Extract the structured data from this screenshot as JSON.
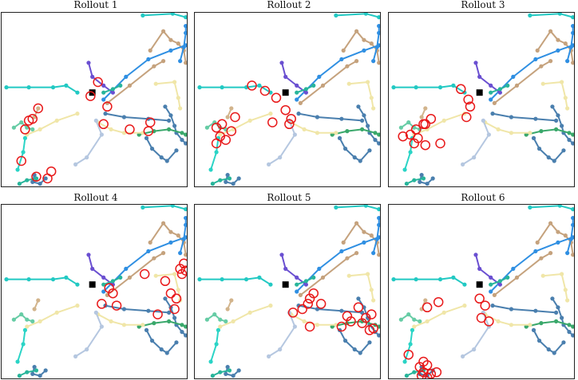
{
  "figure": {
    "titles": [
      "Rollout 1",
      "Rollout 2",
      "Rollout 3",
      "Rollout 4",
      "Rollout 5",
      "Rollout 6"
    ]
  },
  "chart_data": {
    "type": "scatter",
    "xlim": [
      0,
      100
    ],
    "ylim": [
      0,
      100
    ],
    "grid": false,
    "axis_ticks": false,
    "ego_marker": {
      "color": "#000000",
      "x": 49,
      "y": 54
    },
    "highlight_color": "#e8191a",
    "trajectories": [
      {
        "color": "#22c9c3",
        "points": [
          [
            76,
            98
          ],
          [
            92,
            99
          ],
          [
            99,
            97
          ]
        ]
      },
      {
        "color": "#c5a27d",
        "points": [
          [
            80,
            78
          ],
          [
            87,
            89
          ],
          [
            91,
            84
          ],
          [
            95,
            82
          ],
          [
            98,
            78
          ],
          [
            99,
            71
          ]
        ]
      },
      {
        "color": "#2f8fe2",
        "points": [
          [
            55,
            50
          ],
          [
            67,
            63
          ],
          [
            79,
            73
          ],
          [
            91,
            78
          ],
          [
            99,
            81
          ]
        ]
      },
      {
        "color": "#2f8fe2",
        "points": [
          [
            96,
            72
          ],
          [
            98,
            80
          ],
          [
            99,
            88
          ],
          [
            99,
            92
          ]
        ]
      },
      {
        "color": "#c5a27d",
        "points": [
          [
            57,
            48
          ],
          [
            69,
            58
          ],
          [
            82,
            69
          ],
          [
            87,
            72
          ]
        ]
      },
      {
        "color": "#6a4fd1",
        "points": [
          [
            47,
            71
          ],
          [
            49,
            63
          ],
          [
            55,
            58
          ],
          [
            60,
            54
          ]
        ]
      },
      {
        "color": "#22c9c3",
        "points": [
          [
            3,
            57
          ],
          [
            15,
            57
          ],
          [
            28,
            57
          ],
          [
            35,
            58
          ],
          [
            41,
            54
          ]
        ]
      },
      {
        "color": "#28b59b",
        "points": [
          [
            55,
            54
          ],
          [
            60,
            56
          ],
          [
            64,
            58
          ]
        ]
      },
      {
        "color": "#f0e6a8",
        "points": [
          [
            83,
            59
          ],
          [
            93,
            60
          ],
          [
            95,
            51
          ],
          [
            96,
            45
          ]
        ]
      },
      {
        "color": "#4a7fae",
        "points": [
          [
            56,
            42
          ],
          [
            66,
            40
          ],
          [
            79,
            39
          ],
          [
            90,
            38
          ]
        ]
      },
      {
        "color": "#4a7fae",
        "points": [
          [
            88,
            46
          ],
          [
            91,
            41
          ],
          [
            93,
            35
          ],
          [
            94,
            31
          ],
          [
            97,
            27
          ],
          [
            99,
            25
          ]
        ]
      },
      {
        "color": "#3aa86b",
        "points": [
          [
            74,
            30
          ],
          [
            82,
            32
          ],
          [
            90,
            33
          ],
          [
            97,
            31
          ],
          [
            99,
            30
          ]
        ]
      },
      {
        "color": "#4a7fae",
        "points": [
          [
            78,
            28
          ],
          [
            81,
            22
          ],
          [
            86,
            17
          ],
          [
            89,
            15
          ],
          [
            94,
            21
          ]
        ]
      },
      {
        "color": "#66cca5",
        "points": [
          [
            7,
            34
          ],
          [
            11,
            37
          ],
          [
            14,
            34
          ],
          [
            17,
            33
          ]
        ]
      },
      {
        "color": "#d2b48c",
        "points": [
          [
            18,
            40
          ],
          [
            20,
            45
          ]
        ]
      },
      {
        "color": "#f0e6a8",
        "points": [
          [
            14,
            30
          ],
          [
            21,
            33
          ],
          [
            30,
            38
          ],
          [
            41,
            42
          ]
        ]
      },
      {
        "color": "#f0e6a8",
        "points": [
          [
            52,
            37
          ],
          [
            59,
            33
          ],
          [
            66,
            31
          ],
          [
            76,
            31
          ]
        ]
      },
      {
        "color": "#b5c7e0",
        "points": [
          [
            51,
            38
          ],
          [
            54,
            30
          ],
          [
            46,
            17
          ],
          [
            40,
            13
          ]
        ]
      },
      {
        "color": "#2ad4c6",
        "points": [
          [
            13,
            28
          ],
          [
            12,
            20
          ],
          [
            9,
            10
          ]
        ]
      },
      {
        "color": "#4a7fae",
        "points": [
          [
            18,
            7
          ],
          [
            17,
            3
          ],
          [
            21,
            2
          ],
          [
            24,
            5
          ]
        ]
      },
      {
        "color": "#28b59b",
        "points": [
          [
            10,
            2
          ],
          [
            14,
            4
          ],
          [
            19,
            5
          ]
        ]
      }
    ],
    "rollouts": [
      {
        "title": "Rollout 1",
        "highlights": [
          [
            52,
            60
          ],
          [
            57,
            46
          ],
          [
            48,
            52
          ],
          [
            20,
            45
          ],
          [
            17,
            39
          ],
          [
            15,
            38
          ],
          [
            13,
            33
          ],
          [
            11,
            15
          ],
          [
            19,
            6
          ],
          [
            27,
            9
          ],
          [
            25,
            5
          ],
          [
            55,
            36
          ],
          [
            69,
            33
          ],
          [
            80,
            37
          ],
          [
            79,
            32
          ]
        ]
      },
      {
        "title": "Rollout 2",
        "highlights": [
          [
            31,
            58
          ],
          [
            38,
            55
          ],
          [
            44,
            51
          ],
          [
            49,
            44
          ],
          [
            52,
            39
          ],
          [
            51,
            36
          ],
          [
            42,
            37
          ],
          [
            22,
            40
          ],
          [
            15,
            36
          ],
          [
            12,
            34
          ],
          [
            20,
            32
          ],
          [
            17,
            27
          ],
          [
            12,
            25
          ],
          [
            14,
            29
          ]
        ]
      },
      {
        "title": "Rollout 3",
        "highlights": [
          [
            39,
            56
          ],
          [
            43,
            50
          ],
          [
            44,
            46
          ],
          [
            42,
            40
          ],
          [
            23,
            39
          ],
          [
            19,
            36
          ],
          [
            15,
            33
          ],
          [
            12,
            30
          ],
          [
            8,
            29
          ],
          [
            16,
            28
          ],
          [
            20,
            24
          ],
          [
            14,
            25
          ],
          [
            28,
            25
          ],
          [
            20,
            36
          ]
        ]
      },
      {
        "title": "Rollout 4",
        "highlights": [
          [
            58,
            52
          ],
          [
            60,
            49
          ],
          [
            54,
            43
          ],
          [
            62,
            42
          ],
          [
            77,
            60
          ],
          [
            88,
            56
          ],
          [
            91,
            49
          ],
          [
            94,
            46
          ],
          [
            93,
            40
          ],
          [
            84,
            37
          ],
          [
            97,
            60
          ],
          [
            99,
            62
          ],
          [
            96,
            63
          ],
          [
            98,
            66
          ]
        ]
      },
      {
        "title": "Rollout 5",
        "highlights": [
          [
            53,
            38
          ],
          [
            58,
            40
          ],
          [
            61,
            43
          ],
          [
            68,
            43
          ],
          [
            62,
            30
          ],
          [
            79,
            30
          ],
          [
            84,
            33
          ],
          [
            88,
            41
          ],
          [
            92,
            35
          ],
          [
            95,
            37
          ],
          [
            96,
            29
          ],
          [
            82,
            36
          ],
          [
            90,
            32
          ],
          [
            94,
            28
          ],
          [
            62,
            46
          ],
          [
            64,
            49
          ]
        ]
      },
      {
        "title": "Rollout 6",
        "highlights": [
          [
            49,
            46
          ],
          [
            52,
            42
          ],
          [
            50,
            35
          ],
          [
            54,
            33
          ],
          [
            21,
            41
          ],
          [
            27,
            44
          ],
          [
            11,
            14
          ],
          [
            19,
            10
          ],
          [
            21,
            8
          ],
          [
            17,
            7
          ],
          [
            19,
            4
          ],
          [
            23,
            3
          ],
          [
            26,
            4
          ],
          [
            18,
            2
          ],
          [
            21,
            1
          ]
        ]
      }
    ]
  }
}
